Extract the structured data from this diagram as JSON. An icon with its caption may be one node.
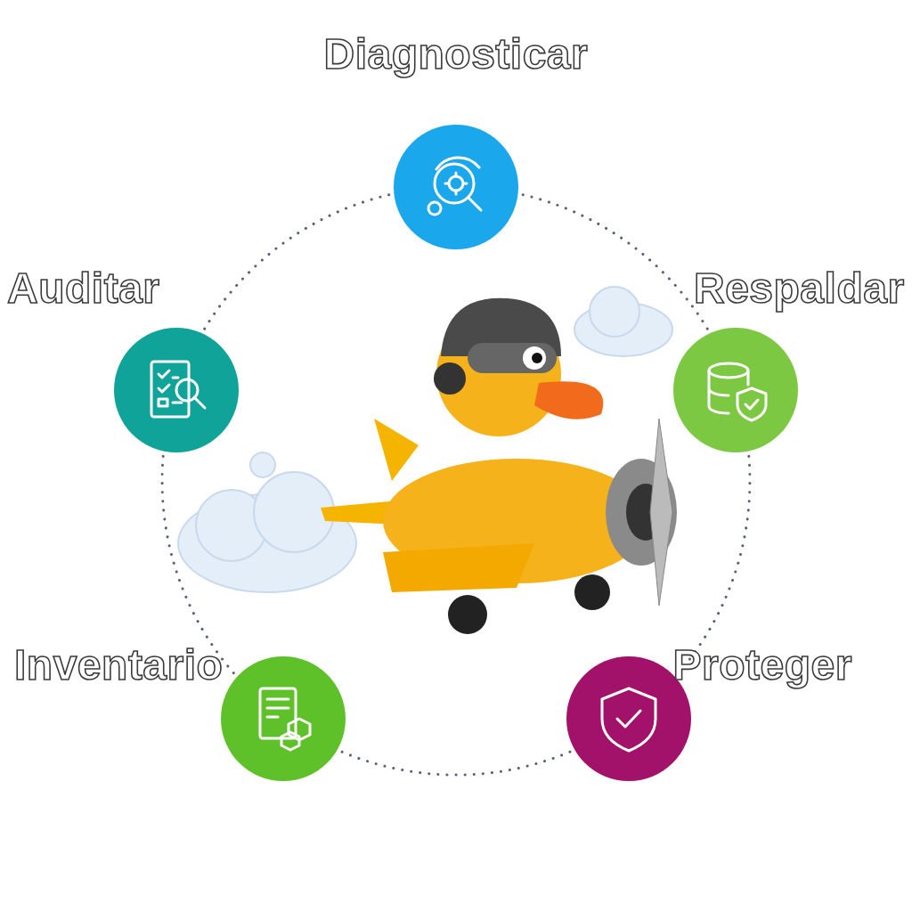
{
  "diagram": {
    "nodes": [
      {
        "text": [
          "Diagnosticar"
        ]
      },
      {
        "text": [
          "Auditar"
        ]
      },
      {
        "text": [
          "Respaldar"
        ]
      },
      {
        "text": [
          "Inventario"
        ]
      },
      {
        "text": [
          "Proteger"
        ]
      }
    ],
    "edges": [
      {
        "from": 0,
        "to": 2,
        "arrow": "none",
        "style": "dashed"
      },
      {
        "from": 2,
        "to": 4,
        "arrow": "none",
        "style": "dashed"
      },
      {
        "from": 4,
        "to": 3,
        "arrow": "none",
        "style": "dashed"
      },
      {
        "from": 3,
        "to": 1,
        "arrow": "none",
        "style": "dashed"
      },
      {
        "from": 1,
        "to": 0,
        "arrow": "none",
        "style": "dashed"
      }
    ]
  }
}
